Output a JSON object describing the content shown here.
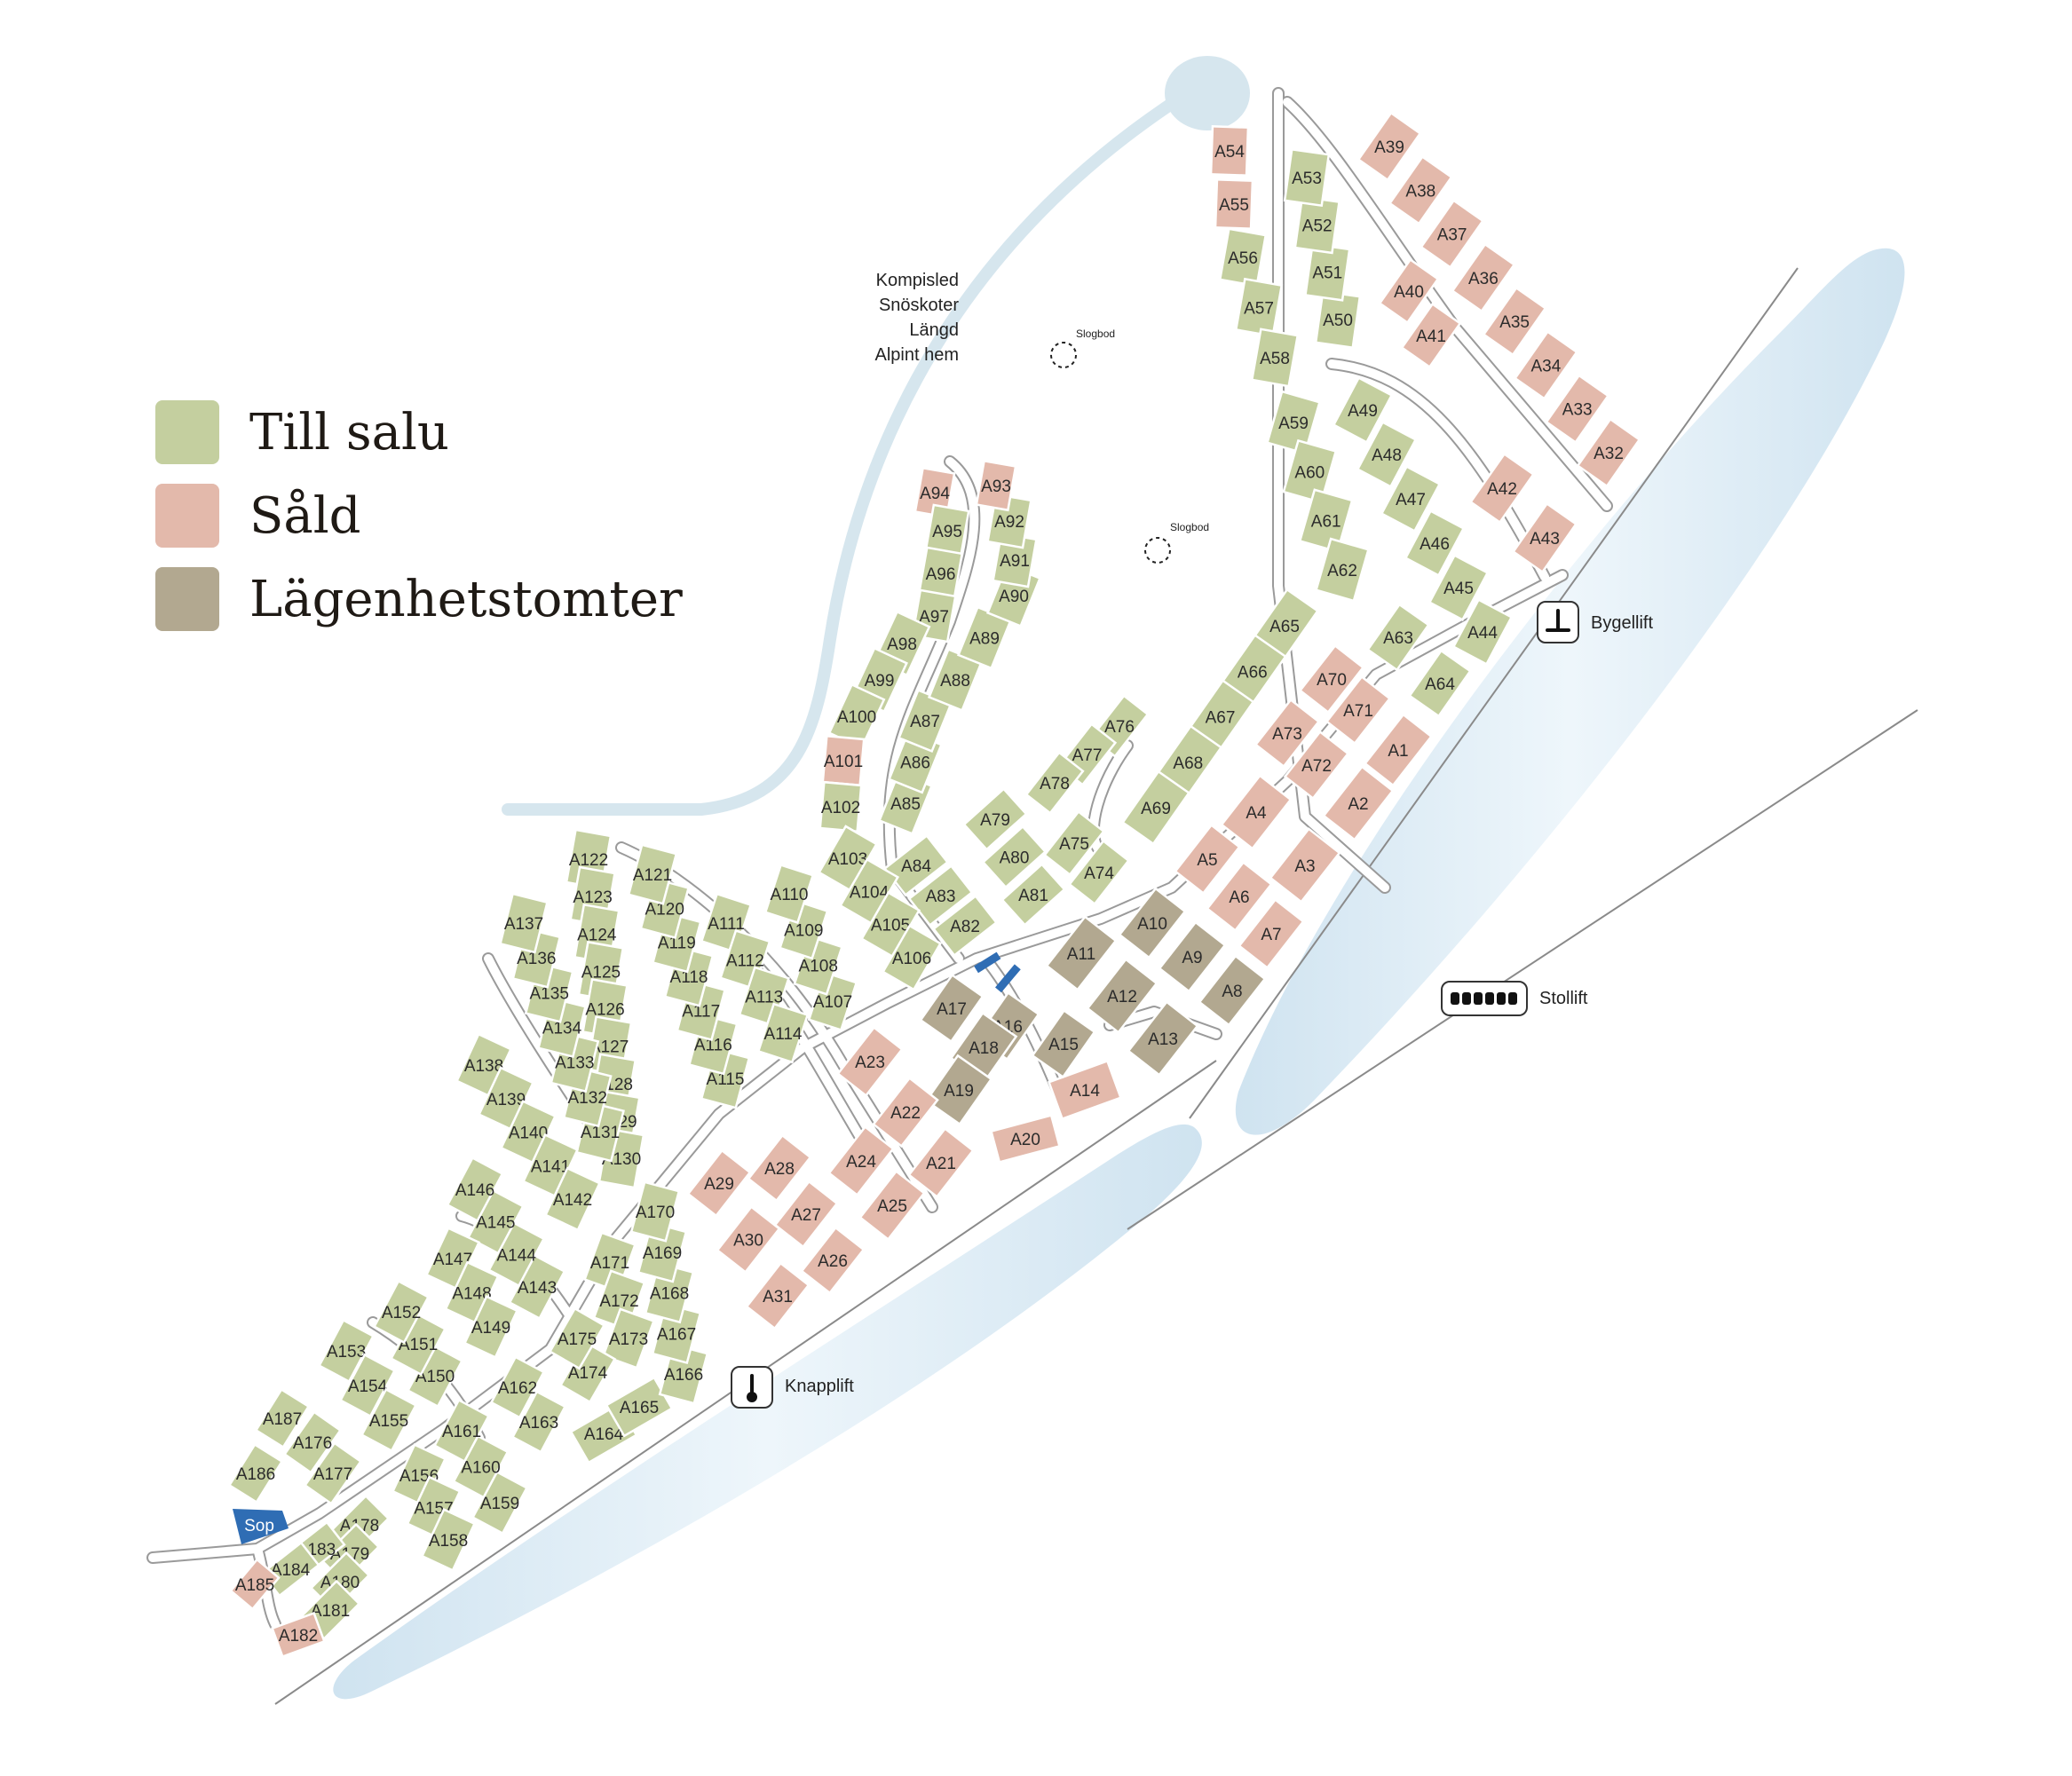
{
  "legend": [
    {
      "key": "sale",
      "label": "Till salu",
      "color": "#c4cf9f"
    },
    {
      "key": "sold",
      "label": "Såld",
      "color": "#e3b9ab"
    },
    {
      "key": "apt",
      "label": "Lägenhetstomter",
      "color": "#b2a890"
    }
  ],
  "colors": {
    "sale": "#c4cf9f",
    "sold": "#e3b9ab",
    "apt": "#b2a890",
    "sop": "#2f6db4",
    "road": "#ffffff",
    "road_edge": "#9a9a9a",
    "slope": "#d8eaf5",
    "trail": "#d6e6ee"
  },
  "trail_info": [
    "Kompisled",
    "Snöskoter",
    "Längd",
    "Alpint hem"
  ],
  "sheds": [
    "Slogbod",
    "Slogbod"
  ],
  "lifts": [
    {
      "name": "Bygellift",
      "icon": "tbar-lift-icon"
    },
    {
      "name": "Knapplift",
      "icon": "button-lift-icon"
    },
    {
      "name": "Stollift",
      "icon": "chairlift-icon"
    }
  ],
  "sop_label": "Sop",
  "plots": [
    {
      "id": "A1",
      "s": "sold"
    },
    {
      "id": "A2",
      "s": "sold"
    },
    {
      "id": "A3",
      "s": "sold"
    },
    {
      "id": "A4",
      "s": "sold"
    },
    {
      "id": "A5",
      "s": "sold"
    },
    {
      "id": "A6",
      "s": "sold"
    },
    {
      "id": "A7",
      "s": "sold"
    },
    {
      "id": "A8",
      "s": "apt"
    },
    {
      "id": "A9",
      "s": "apt"
    },
    {
      "id": "A10",
      "s": "apt"
    },
    {
      "id": "A11",
      "s": "apt"
    },
    {
      "id": "A12",
      "s": "apt"
    },
    {
      "id": "A13",
      "s": "apt"
    },
    {
      "id": "A14",
      "s": "sold"
    },
    {
      "id": "A15",
      "s": "apt"
    },
    {
      "id": "A16",
      "s": "apt"
    },
    {
      "id": "A17",
      "s": "apt"
    },
    {
      "id": "A18",
      "s": "apt"
    },
    {
      "id": "A19",
      "s": "apt"
    },
    {
      "id": "A20",
      "s": "sold"
    },
    {
      "id": "A21",
      "s": "sold"
    },
    {
      "id": "A22",
      "s": "sold"
    },
    {
      "id": "A23",
      "s": "sold"
    },
    {
      "id": "A24",
      "s": "sold"
    },
    {
      "id": "A25",
      "s": "sold"
    },
    {
      "id": "A26",
      "s": "sold"
    },
    {
      "id": "A27",
      "s": "sold"
    },
    {
      "id": "A28",
      "s": "sold"
    },
    {
      "id": "A29",
      "s": "sold"
    },
    {
      "id": "A30",
      "s": "sold"
    },
    {
      "id": "A31",
      "s": "sold"
    },
    {
      "id": "A32",
      "s": "sold"
    },
    {
      "id": "A33",
      "s": "sold"
    },
    {
      "id": "A34",
      "s": "sold"
    },
    {
      "id": "A35",
      "s": "sold"
    },
    {
      "id": "A36",
      "s": "sold"
    },
    {
      "id": "A37",
      "s": "sold"
    },
    {
      "id": "A38",
      "s": "sold"
    },
    {
      "id": "A39",
      "s": "sold"
    },
    {
      "id": "A40",
      "s": "sold"
    },
    {
      "id": "A41",
      "s": "sold"
    },
    {
      "id": "A42",
      "s": "sold"
    },
    {
      "id": "A43",
      "s": "sold"
    },
    {
      "id": "A44",
      "s": "sale"
    },
    {
      "id": "A45",
      "s": "sale"
    },
    {
      "id": "A46",
      "s": "sale"
    },
    {
      "id": "A47",
      "s": "sale"
    },
    {
      "id": "A48",
      "s": "sale"
    },
    {
      "id": "A49",
      "s": "sale"
    },
    {
      "id": "A50",
      "s": "sale"
    },
    {
      "id": "A51",
      "s": "sale"
    },
    {
      "id": "A52",
      "s": "sale"
    },
    {
      "id": "A53",
      "s": "sale"
    },
    {
      "id": "A54",
      "s": "sold"
    },
    {
      "id": "A55",
      "s": "sold"
    },
    {
      "id": "A56",
      "s": "sale"
    },
    {
      "id": "A57",
      "s": "sale"
    },
    {
      "id": "A58",
      "s": "sale"
    },
    {
      "id": "A59",
      "s": "sale"
    },
    {
      "id": "A60",
      "s": "sale"
    },
    {
      "id": "A61",
      "s": "sale"
    },
    {
      "id": "A62",
      "s": "sale"
    },
    {
      "id": "A63",
      "s": "sale"
    },
    {
      "id": "A64",
      "s": "sale"
    },
    {
      "id": "A65",
      "s": "sale"
    },
    {
      "id": "A66",
      "s": "sale"
    },
    {
      "id": "A67",
      "s": "sale"
    },
    {
      "id": "A68",
      "s": "sale"
    },
    {
      "id": "A69",
      "s": "sale"
    },
    {
      "id": "A70",
      "s": "sold"
    },
    {
      "id": "A71",
      "s": "sold"
    },
    {
      "id": "A72",
      "s": "sold"
    },
    {
      "id": "A73",
      "s": "sold"
    },
    {
      "id": "A74",
      "s": "sale"
    },
    {
      "id": "A75",
      "s": "sale"
    },
    {
      "id": "A76",
      "s": "sale"
    },
    {
      "id": "A77",
      "s": "sale"
    },
    {
      "id": "A78",
      "s": "sale"
    },
    {
      "id": "A79",
      "s": "sale"
    },
    {
      "id": "A80",
      "s": "sale"
    },
    {
      "id": "A81",
      "s": "sale"
    },
    {
      "id": "A82",
      "s": "sale"
    },
    {
      "id": "A83",
      "s": "sale"
    },
    {
      "id": "A84",
      "s": "sale"
    },
    {
      "id": "A85",
      "s": "sale"
    },
    {
      "id": "A86",
      "s": "sale"
    },
    {
      "id": "A87",
      "s": "sale"
    },
    {
      "id": "A88",
      "s": "sale"
    },
    {
      "id": "A89",
      "s": "sale"
    },
    {
      "id": "A90",
      "s": "sale"
    },
    {
      "id": "A91",
      "s": "sale"
    },
    {
      "id": "A92",
      "s": "sale"
    },
    {
      "id": "A93",
      "s": "sold"
    },
    {
      "id": "A94",
      "s": "sold"
    },
    {
      "id": "A95",
      "s": "sale"
    },
    {
      "id": "A96",
      "s": "sale"
    },
    {
      "id": "A97",
      "s": "sale"
    },
    {
      "id": "A98",
      "s": "sale"
    },
    {
      "id": "A99",
      "s": "sale"
    },
    {
      "id": "A100",
      "s": "sale"
    },
    {
      "id": "A101",
      "s": "sold"
    },
    {
      "id": "A102",
      "s": "sale"
    },
    {
      "id": "A103",
      "s": "sale"
    },
    {
      "id": "A104",
      "s": "sale"
    },
    {
      "id": "A105",
      "s": "sale"
    },
    {
      "id": "A106",
      "s": "sale"
    },
    {
      "id": "A107",
      "s": "sale"
    },
    {
      "id": "A108",
      "s": "sale"
    },
    {
      "id": "A109",
      "s": "sale"
    },
    {
      "id": "A110",
      "s": "sale"
    },
    {
      "id": "A111",
      "s": "sale"
    },
    {
      "id": "A112",
      "s": "sale"
    },
    {
      "id": "A113",
      "s": "sale"
    },
    {
      "id": "A114",
      "s": "sale"
    },
    {
      "id": "A115",
      "s": "sale"
    },
    {
      "id": "A116",
      "s": "sale"
    },
    {
      "id": "A117",
      "s": "sale"
    },
    {
      "id": "A118",
      "s": "sale"
    },
    {
      "id": "A119",
      "s": "sale"
    },
    {
      "id": "A120",
      "s": "sale"
    },
    {
      "id": "A121",
      "s": "sale"
    },
    {
      "id": "A122",
      "s": "sale"
    },
    {
      "id": "A123",
      "s": "sale"
    },
    {
      "id": "A124",
      "s": "sale"
    },
    {
      "id": "A125",
      "s": "sale"
    },
    {
      "id": "A126",
      "s": "sale"
    },
    {
      "id": "A127",
      "s": "sale"
    },
    {
      "id": "A128",
      "s": "sale"
    },
    {
      "id": "A129",
      "s": "sale"
    },
    {
      "id": "A130",
      "s": "sale"
    },
    {
      "id": "A131",
      "s": "sale"
    },
    {
      "id": "A132",
      "s": "sale"
    },
    {
      "id": "A133",
      "s": "sale"
    },
    {
      "id": "A134",
      "s": "sale"
    },
    {
      "id": "A135",
      "s": "sale"
    },
    {
      "id": "A136",
      "s": "sale"
    },
    {
      "id": "A137",
      "s": "sale"
    },
    {
      "id": "A138",
      "s": "sale"
    },
    {
      "id": "A139",
      "s": "sale"
    },
    {
      "id": "A140",
      "s": "sale"
    },
    {
      "id": "A141",
      "s": "sale"
    },
    {
      "id": "A142",
      "s": "sale"
    },
    {
      "id": "A143",
      "s": "sale"
    },
    {
      "id": "A144",
      "s": "sale"
    },
    {
      "id": "A145",
      "s": "sale"
    },
    {
      "id": "A146",
      "s": "sale"
    },
    {
      "id": "A147",
      "s": "sale"
    },
    {
      "id": "A148",
      "s": "sale"
    },
    {
      "id": "A149",
      "s": "sale"
    },
    {
      "id": "A150",
      "s": "sale"
    },
    {
      "id": "A151",
      "s": "sale"
    },
    {
      "id": "A152",
      "s": "sale"
    },
    {
      "id": "A153",
      "s": "sale"
    },
    {
      "id": "A154",
      "s": "sale"
    },
    {
      "id": "A155",
      "s": "sale"
    },
    {
      "id": "A156",
      "s": "sale"
    },
    {
      "id": "A157",
      "s": "sale"
    },
    {
      "id": "A158",
      "s": "sale"
    },
    {
      "id": "A159",
      "s": "sale"
    },
    {
      "id": "A160",
      "s": "sale"
    },
    {
      "id": "A161",
      "s": "sale"
    },
    {
      "id": "A162",
      "s": "sale"
    },
    {
      "id": "A163",
      "s": "sale"
    },
    {
      "id": "A164",
      "s": "sale"
    },
    {
      "id": "A165",
      "s": "sale"
    },
    {
      "id": "A166",
      "s": "sale"
    },
    {
      "id": "A167",
      "s": "sale"
    },
    {
      "id": "A168",
      "s": "sale"
    },
    {
      "id": "A169",
      "s": "sale"
    },
    {
      "id": "A170",
      "s": "sale"
    },
    {
      "id": "A171",
      "s": "sale"
    },
    {
      "id": "A172",
      "s": "sale"
    },
    {
      "id": "A173",
      "s": "sale"
    },
    {
      "id": "A174",
      "s": "sale"
    },
    {
      "id": "A175",
      "s": "sale"
    },
    {
      "id": "A176",
      "s": "sale"
    },
    {
      "id": "A177",
      "s": "sale"
    },
    {
      "id": "A178",
      "s": "sale"
    },
    {
      "id": "A179",
      "s": "sale"
    },
    {
      "id": "A180",
      "s": "sale"
    },
    {
      "id": "A181",
      "s": "sale"
    },
    {
      "id": "A182",
      "s": "sold"
    },
    {
      "id": "A183",
      "s": "sale"
    },
    {
      "id": "A184",
      "s": "sale"
    },
    {
      "id": "A185",
      "s": "sold"
    },
    {
      "id": "A186",
      "s": "sale"
    },
    {
      "id": "A187",
      "s": "sale"
    }
  ]
}
